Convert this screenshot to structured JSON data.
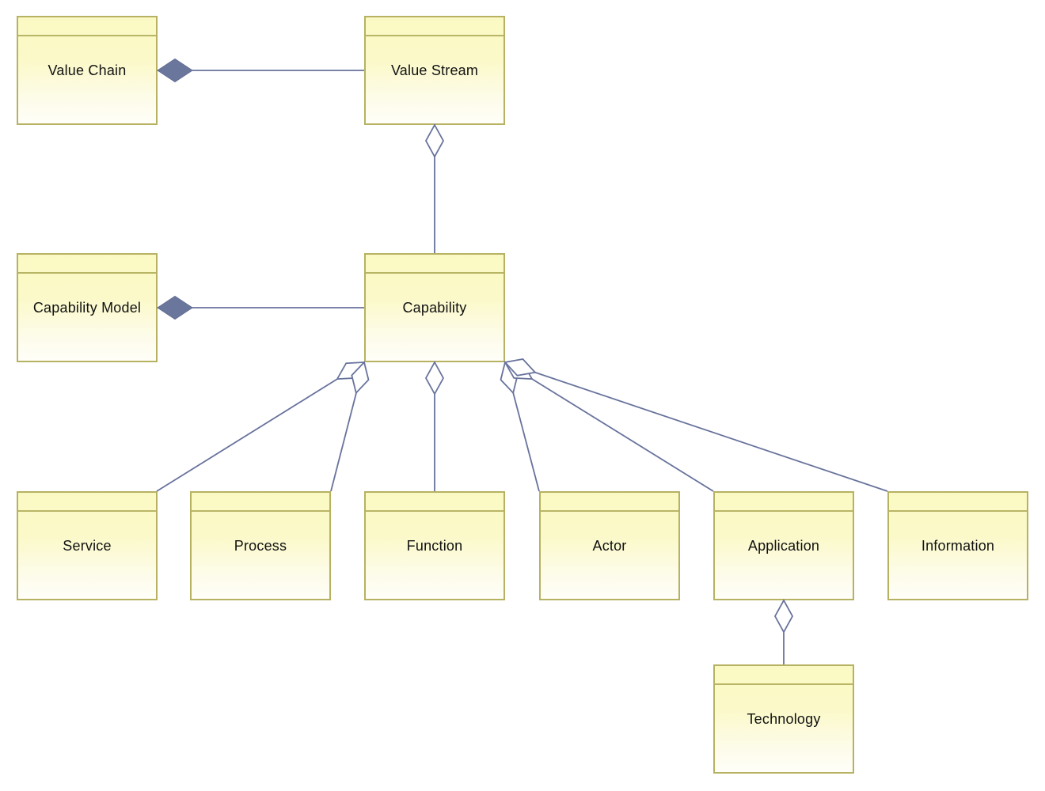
{
  "diagram": {
    "type": "uml-class-aggregation-diagram",
    "colors": {
      "node_fill_top": "#fbf9c3",
      "node_fill_bottom": "#fffef8",
      "node_border": "#b6b262",
      "connector": "#68739c",
      "filled_diamond": "#6b769d",
      "hollow_diamond_fill": "#ffffff",
      "text": "#111111",
      "background": "#ffffff"
    }
  },
  "nodes": [
    {
      "id": "value-chain",
      "label": "Value Chain"
    },
    {
      "id": "value-stream",
      "label": "Value Stream"
    },
    {
      "id": "capability-model",
      "label": "Capability Model"
    },
    {
      "id": "capability",
      "label": "Capability"
    },
    {
      "id": "service",
      "label": "Service"
    },
    {
      "id": "process",
      "label": "Process"
    },
    {
      "id": "function",
      "label": "Function"
    },
    {
      "id": "actor",
      "label": "Actor"
    },
    {
      "id": "application",
      "label": "Application"
    },
    {
      "id": "information",
      "label": "Information"
    },
    {
      "id": "technology",
      "label": "Technology"
    }
  ],
  "edges": [
    {
      "from": "Value Chain",
      "to": "Value Stream",
      "diamond": "filled",
      "diamond_at": "Value Chain"
    },
    {
      "from": "Value Stream",
      "to": "Capability",
      "diamond": "hollow",
      "diamond_at": "Value Stream"
    },
    {
      "from": "Capability Model",
      "to": "Capability",
      "diamond": "filled",
      "diamond_at": "Capability Model"
    },
    {
      "from": "Capability",
      "to": "Service",
      "diamond": "hollow",
      "diamond_at": "Capability"
    },
    {
      "from": "Capability",
      "to": "Process",
      "diamond": "hollow",
      "diamond_at": "Capability"
    },
    {
      "from": "Capability",
      "to": "Function",
      "diamond": "hollow",
      "diamond_at": "Capability"
    },
    {
      "from": "Capability",
      "to": "Actor",
      "diamond": "hollow",
      "diamond_at": "Capability"
    },
    {
      "from": "Capability",
      "to": "Application",
      "diamond": "hollow",
      "diamond_at": "Capability"
    },
    {
      "from": "Capability",
      "to": "Information",
      "diamond": "hollow",
      "diamond_at": "Capability"
    },
    {
      "from": "Application",
      "to": "Technology",
      "diamond": "hollow",
      "diamond_at": "Application"
    }
  ]
}
